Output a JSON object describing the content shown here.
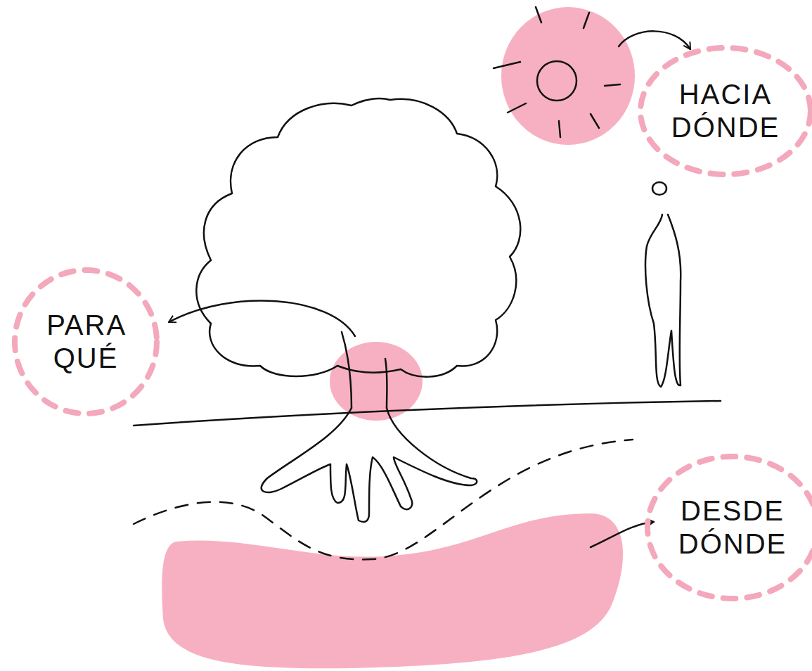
{
  "diagram": {
    "nodes": [
      {
        "text": [
          "HACIA DÓNDE"
        ]
      },
      {
        "text": [
          "PARA QUÉ"
        ]
      },
      {
        "text": [
          "DESDE DÓNDE"
        ]
      }
    ]
  }
}
